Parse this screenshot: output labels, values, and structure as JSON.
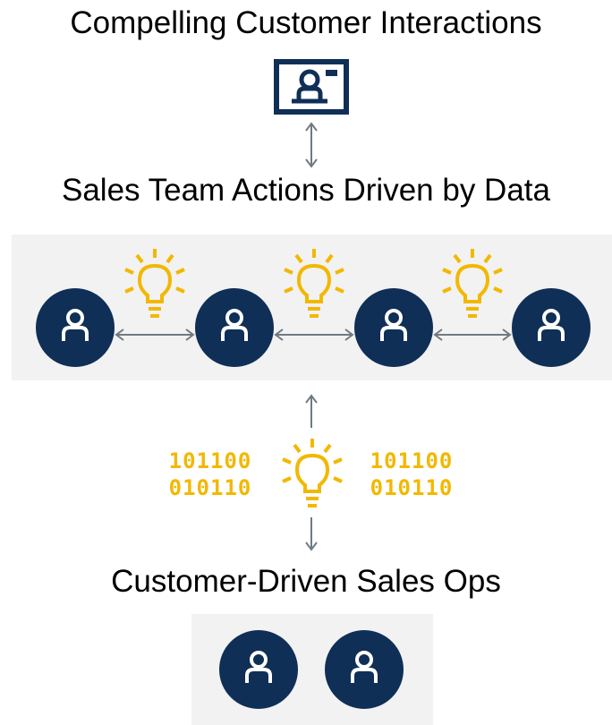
{
  "titles": {
    "top": "Compelling Customer Interactions",
    "middle": "Sales Team Actions Driven by Data",
    "bottom": "Customer-Driven Sales Ops"
  },
  "binary_text": {
    "left": [
      "101100",
      "010110"
    ],
    "right": [
      "101100",
      "010110"
    ]
  },
  "icons": {
    "top": "customer-display-icon",
    "person": "person-icon",
    "idea": "lightbulb-icon"
  },
  "colors": {
    "navy": "#0f2f57",
    "gold": "#f2b800",
    "arrow": "#6f7a82",
    "panel": "#f2f2f2"
  }
}
